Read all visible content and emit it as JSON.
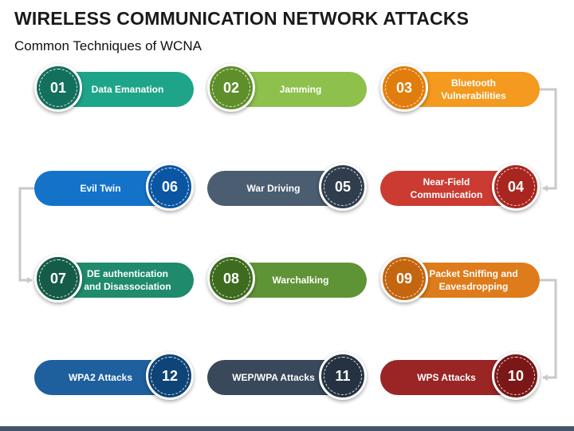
{
  "title": "WIRELESS COMMUNICATION NETWORK ATTACKS",
  "subtitle": "Common Techniques of WCNA",
  "steps": [
    {
      "num": "01",
      "label": "Data Emanation",
      "pill_color": "#1ea589",
      "circle_color": "#13705c"
    },
    {
      "num": "02",
      "label": "Jamming",
      "pill_color": "#8ec04c",
      "circle_color": "#5f8f2a"
    },
    {
      "num": "03",
      "label": "Bluetooth\nVulnerabilities",
      "pill_color": "#f39a1f",
      "circle_color": "#e17d0c"
    },
    {
      "num": "04",
      "label": "Near-Field\nCommunication",
      "pill_color": "#cc3b32",
      "circle_color": "#a8261f"
    },
    {
      "num": "05",
      "label": "War Driving",
      "pill_color": "#4b5d70",
      "circle_color": "#2f3d4d"
    },
    {
      "num": "06",
      "label": "Evil Twin",
      "pill_color": "#1473c9",
      "circle_color": "#0b56a3"
    },
    {
      "num": "07",
      "label": "DE authentication\nand Disassociation",
      "pill_color": "#1f8a6c",
      "circle_color": "#155c48"
    },
    {
      "num": "08",
      "label": "Warchalking",
      "pill_color": "#5f9436",
      "circle_color": "#3e6b1e"
    },
    {
      "num": "09",
      "label": "Packet Sniffing and\nEavesdropping",
      "pill_color": "#de7b1a",
      "circle_color": "#c46510"
    },
    {
      "num": "10",
      "label": "WPS Attacks",
      "pill_color": "#9a2525",
      "circle_color": "#7b1717"
    },
    {
      "num": "11",
      "label": "WEP/WPA Attacks",
      "pill_color": "#39485a",
      "circle_color": "#263241"
    },
    {
      "num": "12",
      "label": "WPA2 Attacks",
      "pill_color": "#1e5f9e",
      "circle_color": "#0f4478"
    }
  ],
  "connector_color": "#c9c9c9",
  "bottom_bar_color": "#44546a"
}
